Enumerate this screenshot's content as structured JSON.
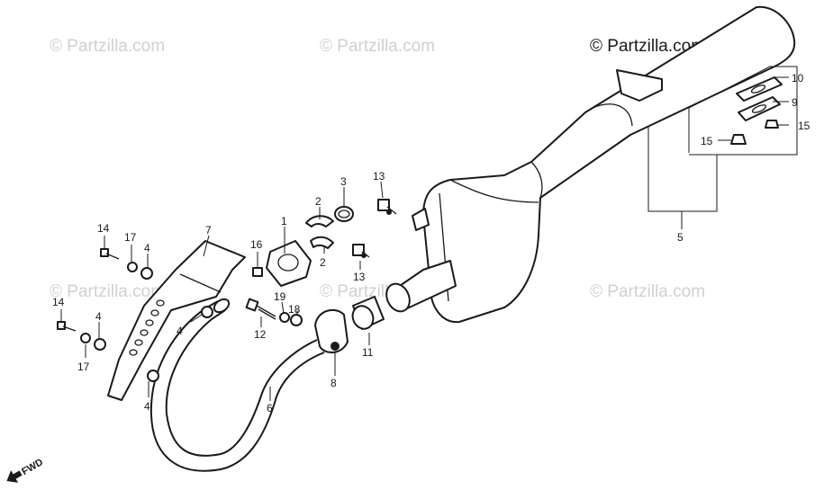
{
  "watermarks": {
    "main": "© Partzilla.com",
    "faint": "© Partzilla.com"
  },
  "direction_label": "FWD",
  "callouts": [
    "1",
    "2",
    "2",
    "3",
    "4",
    "4",
    "4",
    "4",
    "5",
    "6",
    "7",
    "8",
    "9",
    "10",
    "11",
    "12",
    "13",
    "13",
    "14",
    "14",
    "15",
    "15",
    "16",
    "17",
    "17",
    "18",
    "19"
  ],
  "colors": {
    "line": "#1a1a1a",
    "watermark": "#d0d0d0",
    "background": "#ffffff"
  }
}
